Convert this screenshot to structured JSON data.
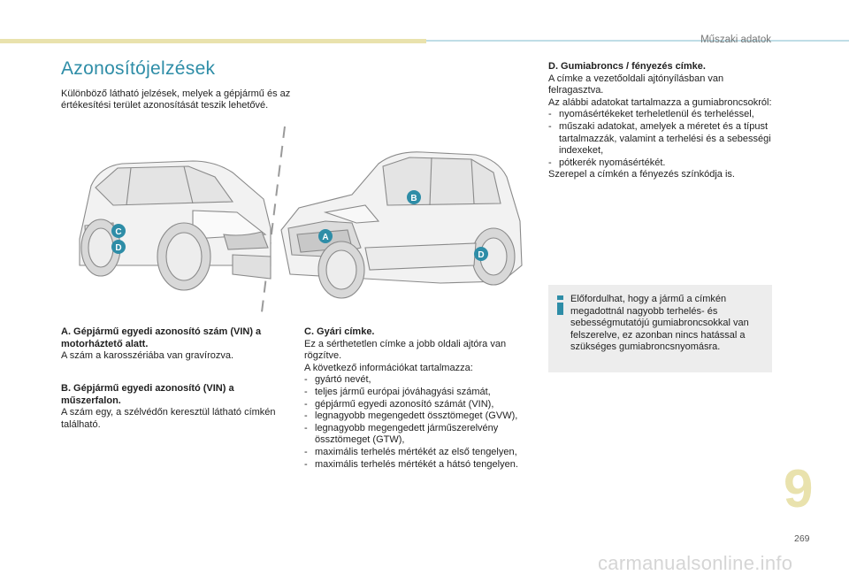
{
  "header": {
    "section": "Műszaki adatok"
  },
  "page": {
    "title": "Azonosítójelzések",
    "intro": "Különböző látható jelzések, melyek a gépjármű és az értékesítési terület azonosítását teszik lehetővé."
  },
  "markers": {
    "a": "A",
    "b": "B",
    "c": "C",
    "d": "D"
  },
  "section_a": {
    "title": "A. Gépjármű egyedi azonosító szám (VIN) a motorháztető alatt.",
    "body": "A szám a karosszériába van gravírozva."
  },
  "section_b": {
    "title": "B. Gépjármű egyedi azonosító (VIN) a műszerfalon.",
    "body": "A szám egy, a szélvédőn keresztül látható címkén található."
  },
  "section_c": {
    "title": "C. Gyári címke.",
    "body1": "Ez a sérthetetlen címke a jobb oldali ajtóra van rögzítve.",
    "body2": "A következő információkat tartalmazza:",
    "items": [
      "gyártó nevét,",
      "teljes jármű európai jóváhagyási számát,",
      "gépjármű egyedi azonosító számát (VIN),",
      "legnagyobb megengedett össztömeget (GVW),",
      "legnagyobb megengedett járműszerelvény össztömeget (GTW),",
      "maximális terhelés mértékét az első tengelyen,",
      "maximális terhelés mértékét a hátsó tengelyen."
    ]
  },
  "section_d": {
    "title": "D. Gumiabroncs / fényezés címke.",
    "body1": "A címke a vezetőoldali ajtónyílásban van felragasztva.",
    "body2": "Az alábbi adatokat tartalmazza a gumiabroncsokról:",
    "items": [
      "nyomásértékeket terheletlenül és terheléssel,",
      "műszaki adatokat, amelyek a méretet és a típust tartalmazzák, valamint a terhelési és a sebességi indexeket,",
      "pótkerék nyomásértékét."
    ],
    "footer": "Szerepel a címkén a fényezés színkódja is."
  },
  "info": {
    "text": "Előfordulhat, hogy a jármű a címkén megadottnál nagyobb terhelés- és sebességmutatójú gumiabroncsokkal van felszerelve, ez azonban nincs hatással a szükséges gumiabroncsnyomásra."
  },
  "chapter_number": "9",
  "page_number": "269",
  "watermark": "carmanualsonline.info",
  "colors": {
    "accent": "#2e8da7",
    "gold": "#e9e2ad",
    "info_bg": "#ededed"
  }
}
